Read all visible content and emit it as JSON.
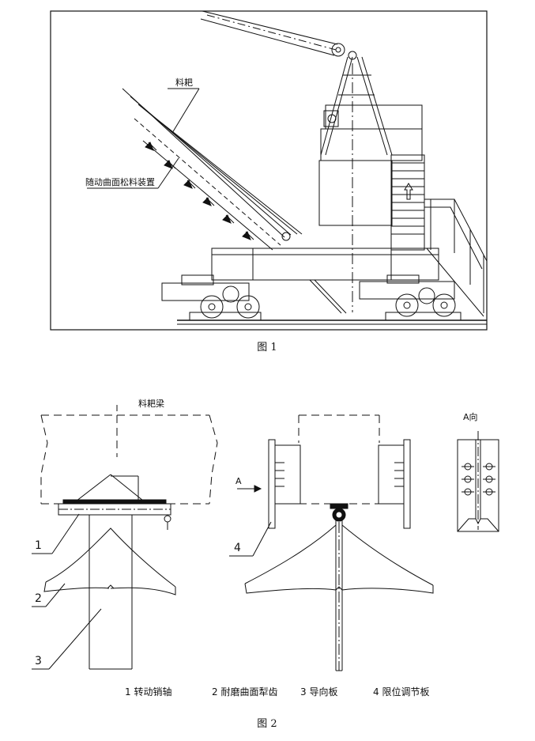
{
  "figure1": {
    "caption": "图 1",
    "label_rake": "料耙",
    "label_loosener": "随动曲面松料装置"
  },
  "figure2": {
    "caption": "图 2",
    "label_beam": "料耙梁",
    "label_view": "A向",
    "label_arrow": "A",
    "part_numbers": [
      "1",
      "2",
      "3",
      "4"
    ],
    "legend": [
      "1 转动销轴",
      "2 耐磨曲面犁齿",
      "3 导向板",
      "4 限位调节板"
    ]
  }
}
